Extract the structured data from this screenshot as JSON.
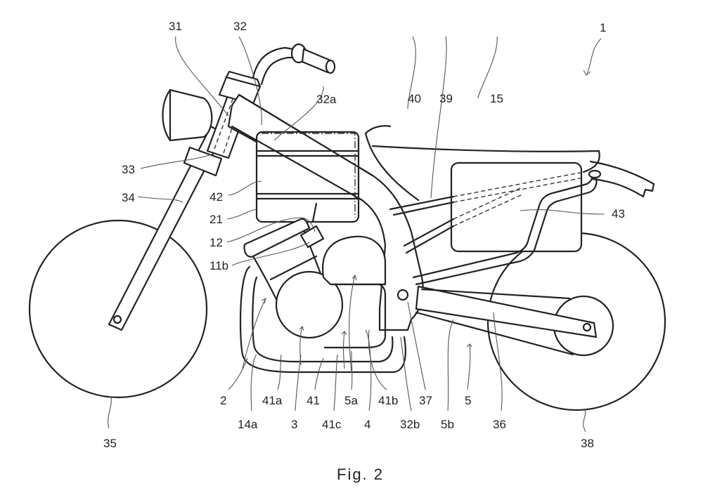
{
  "figure": {
    "caption": "Fig. 2",
    "subject": "motorcycle side view (patent drawing)",
    "line_color": "#222222",
    "background": "#ffffff"
  },
  "labels": {
    "l1": "1",
    "l2": "2",
    "l3": "3",
    "l4": "4",
    "l5": "5",
    "l5a": "5a",
    "l5b": "5b",
    "l11b": "11b",
    "l12": "12",
    "l14a": "14a",
    "l15": "15",
    "l21": "21",
    "l31": "31",
    "l32": "32",
    "l32a": "32a",
    "l32b": "32b",
    "l33": "33",
    "l34": "34",
    "l35": "35",
    "l36": "36",
    "l37": "37",
    "l38": "38",
    "l39": "39",
    "l40": "40",
    "l41": "41",
    "l41a": "41a",
    "l41b": "41b",
    "l41c": "41c",
    "l42": "42",
    "l43": "43"
  }
}
